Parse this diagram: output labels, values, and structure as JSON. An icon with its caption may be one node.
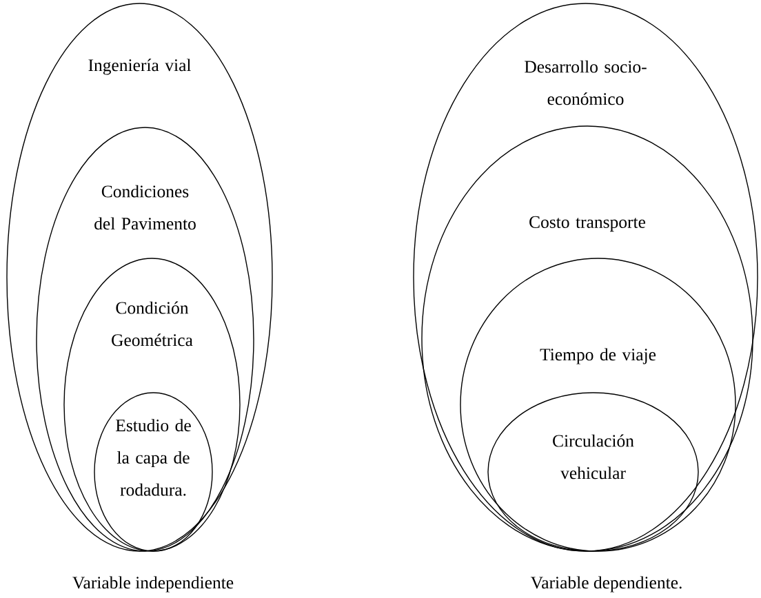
{
  "diagram": {
    "nodes": [
      {
        "text": [
          "Ingeniería vial"
        ]
      },
      {
        "text": [
          "Condiciones del Pavimento"
        ],
        "in": 0
      },
      {
        "text": [
          "Condición Geométrica"
        ],
        "in": 1
      },
      {
        "text": [
          "Estudio de la capa de rodadura."
        ],
        "in": 2
      },
      {
        "text": [
          "Desarrollo socio-económico"
        ]
      },
      {
        "text": [
          "Costo transporte"
        ],
        "in": 4
      },
      {
        "text": [
          "Tiempo de viaje"
        ],
        "in": 5
      },
      {
        "text": [
          "Circulación vehicular"
        ],
        "in": 6
      }
    ],
    "edges": [],
    "labels": [
      "Variable independiente",
      "Variable dependiente."
    ]
  }
}
